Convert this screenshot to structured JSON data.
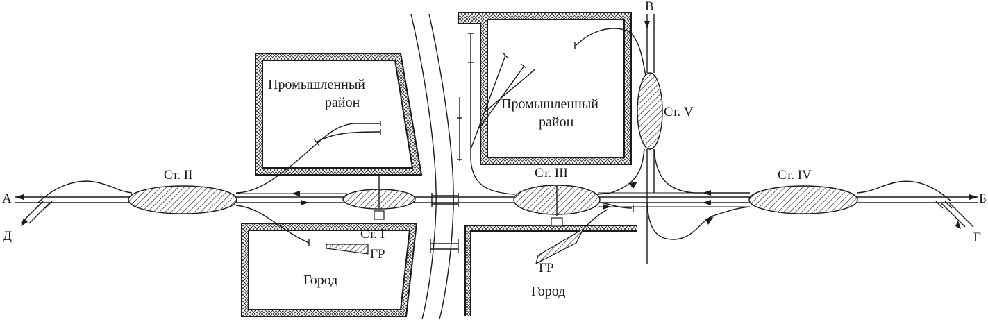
{
  "stations": {
    "st1": "Ст. I",
    "st2": "Ст. II",
    "st3": "Ст. III",
    "st4": "Ст. IV",
    "st5": "Ст. V"
  },
  "districts": {
    "industrial_left_line1": "Промышленный",
    "industrial_left_line2": "район",
    "industrial_right_line1": "Промышленный",
    "industrial_right_line2": "район",
    "city_left": "Город",
    "city_right": "Город"
  },
  "freight_yards": {
    "gr_left": "ГР",
    "gr_right": "ГР"
  },
  "directions": {
    "A": "А",
    "B": "Б",
    "V": "В",
    "G": "Г",
    "D": "Д"
  }
}
